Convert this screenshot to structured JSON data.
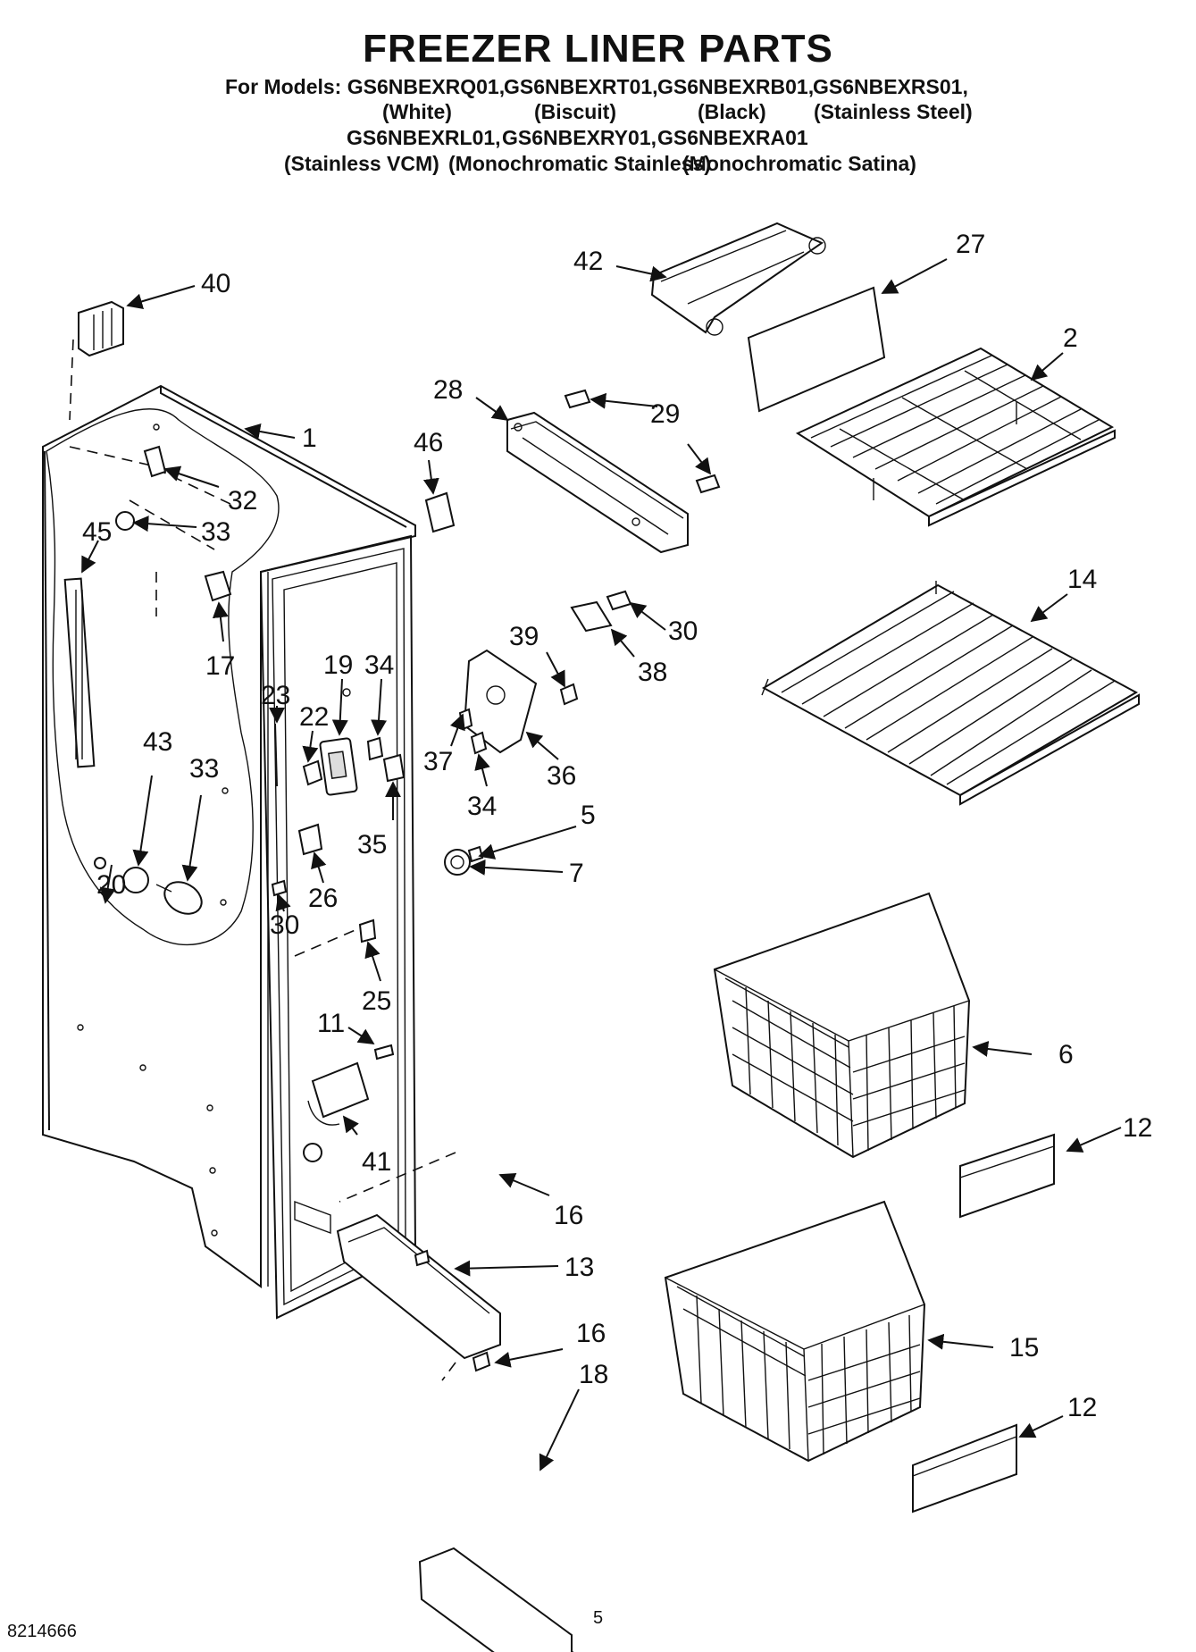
{
  "header": {
    "title": "FREEZER LINER PARTS",
    "models_row1": [
      "For Models: GS6NBEXRQ01,",
      "GS6NBEXRT01,",
      "GS6NBEXRB01,",
      "GS6NBEXRS01,"
    ],
    "colors_row1": [
      "(White)",
      "(Biscuit)",
      "(Black)",
      "(Stainless Steel)"
    ],
    "models_row2": [
      "GS6NBEXRL01,",
      "GS6NBEXRY01,",
      "GS6NBEXRA01"
    ],
    "colors_row2": [
      "(Stainless VCM)",
      "(Monochromatic Stainless)",
      "(Monochromatic Satina)"
    ]
  },
  "callouts": [
    {
      "id": "c40",
      "label": "40"
    },
    {
      "id": "c1",
      "label": "1"
    },
    {
      "id": "c32",
      "label": "32"
    },
    {
      "id": "c33a",
      "label": "33"
    },
    {
      "id": "c45",
      "label": "45"
    },
    {
      "id": "c17",
      "label": "17"
    },
    {
      "id": "c43",
      "label": "43"
    },
    {
      "id": "c33b",
      "label": "33"
    },
    {
      "id": "c20",
      "label": "20"
    },
    {
      "id": "c42",
      "label": "42"
    },
    {
      "id": "c27",
      "label": "27"
    },
    {
      "id": "c2",
      "label": "2"
    },
    {
      "id": "c28",
      "label": "28"
    },
    {
      "id": "c29",
      "label": "29"
    },
    {
      "id": "c46",
      "label": "46"
    },
    {
      "id": "c14",
      "label": "14"
    },
    {
      "id": "c30a",
      "label": "30"
    },
    {
      "id": "c38",
      "label": "38"
    },
    {
      "id": "c39",
      "label": "39"
    },
    {
      "id": "c19",
      "label": "19"
    },
    {
      "id": "c34a",
      "label": "34"
    },
    {
      "id": "c23",
      "label": "23"
    },
    {
      "id": "c22",
      "label": "22"
    },
    {
      "id": "c37",
      "label": "37"
    },
    {
      "id": "c36",
      "label": "36"
    },
    {
      "id": "c34b",
      "label": "34"
    },
    {
      "id": "c35",
      "label": "35"
    },
    {
      "id": "c5",
      "label": "5"
    },
    {
      "id": "c7",
      "label": "7"
    },
    {
      "id": "c26",
      "label": "26"
    },
    {
      "id": "c30b",
      "label": "30"
    },
    {
      "id": "c25",
      "label": "25"
    },
    {
      "id": "c11",
      "label": "11"
    },
    {
      "id": "c41",
      "label": "41"
    },
    {
      "id": "c6",
      "label": "6"
    },
    {
      "id": "c12a",
      "label": "12"
    },
    {
      "id": "c16a",
      "label": "16"
    },
    {
      "id": "c13",
      "label": "13"
    },
    {
      "id": "c16b",
      "label": "16"
    },
    {
      "id": "c18",
      "label": "18"
    },
    {
      "id": "c15",
      "label": "15"
    },
    {
      "id": "c12b",
      "label": "12"
    }
  ],
  "footer": {
    "doc_number": "8214666",
    "page_number": "5"
  }
}
